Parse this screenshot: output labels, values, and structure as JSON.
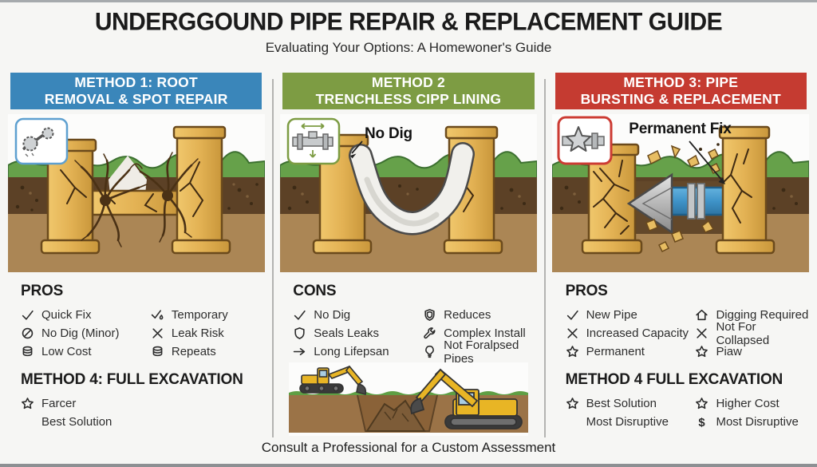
{
  "page": {
    "title": "UNDERGGOUND PIPE REPAIR & REPLACEMENT GUIDE",
    "subtitle": "Evaluating Your Options: A Homewoner's Guide",
    "footer": "Consult a Professional for a Custom Assessment"
  },
  "colors": {
    "method1_accent": "#3a86ba",
    "method2_accent": "#7d9c43",
    "method3_accent": "#c53b31",
    "background": "#f6f6f4",
    "pipe_gold": "#e3b254",
    "new_pipe_blue": "#3f93c8",
    "topsoil_brown": "#5c4126",
    "subsoil_brown": "#ab8655",
    "grass_green": "#66a14a"
  },
  "columns": [
    {
      "accent": "#3a86ba",
      "header": "METHOD 1: ROOT\nREMOVAL & SPOT REPAIR",
      "illustration": "root-intrusion-cracked-pipe",
      "callout_icon": "root-cutter-icon",
      "callout_label": "",
      "sections": [
        {
          "title": "PROS",
          "left": [
            {
              "icon": "check",
              "label": "Quick Fix"
            },
            {
              "icon": "no-dig",
              "label": "No Dig (Minor)"
            },
            {
              "icon": "coins",
              "label": "Low Cost"
            }
          ],
          "right": [
            {
              "icon": "check-droplet",
              "label": "Temporary"
            },
            {
              "icon": "x",
              "label": "Leak Risk"
            },
            {
              "icon": "coins",
              "label": "Repeats"
            }
          ]
        },
        {
          "title": "METHOD 4: FULL EXCAVATION",
          "left": [
            {
              "icon": "star",
              "label": "Farcer"
            },
            {
              "icon": "none",
              "label": "Best Solution"
            }
          ],
          "right": []
        }
      ]
    },
    {
      "accent": "#7d9c43",
      "header": "METHOD 2\nTRENCHLESS CIPP LINING",
      "illustration": "cipp-liner-installation",
      "callout_icon": "pipe-liner-icon",
      "callout_label": "No Dig",
      "sections": [
        {
          "title": "CONS",
          "left": [
            {
              "icon": "check",
              "label": "No Dig"
            },
            {
              "icon": "shield",
              "label": "Seals Leaks"
            },
            {
              "icon": "arrow-right",
              "label": "Long Lifepsan"
            }
          ],
          "right": [
            {
              "icon": "shield-check",
              "label": "Reduces"
            },
            {
              "icon": "wrench",
              "label": "Complex Install"
            },
            {
              "icon": "bulb",
              "label": "Not Foralpsed Pipes"
            }
          ]
        }
      ]
    },
    {
      "accent": "#c53b31",
      "header": "METHOD 3: PIPE\nBURSTING & REPLACEMENT",
      "illustration": "pipe-bursting-replacement",
      "callout_icon": "pipe-star-icon",
      "callout_label": "Permanent Fix",
      "sections": [
        {
          "title": "PROS",
          "left": [
            {
              "icon": "check",
              "label": "New Pipe"
            },
            {
              "icon": "x",
              "label": "Increased Capacity"
            },
            {
              "icon": "star",
              "label": "Permanent"
            }
          ],
          "right": [
            {
              "icon": "house",
              "label": "Digging Required"
            },
            {
              "icon": "x",
              "label": "Not For Collapsed"
            },
            {
              "icon": "star",
              "label": "Piaw"
            }
          ]
        },
        {
          "title": "METHOD 4 FULL EXCAVATION",
          "left": [
            {
              "icon": "star",
              "label": "Best Solution"
            },
            {
              "icon": "none",
              "label": "Most Disruptive"
            }
          ],
          "right": [
            {
              "icon": "star",
              "label": "Higher Cost"
            },
            {
              "icon": "dollar",
              "label": "Most Disruptive"
            }
          ]
        }
      ]
    }
  ]
}
